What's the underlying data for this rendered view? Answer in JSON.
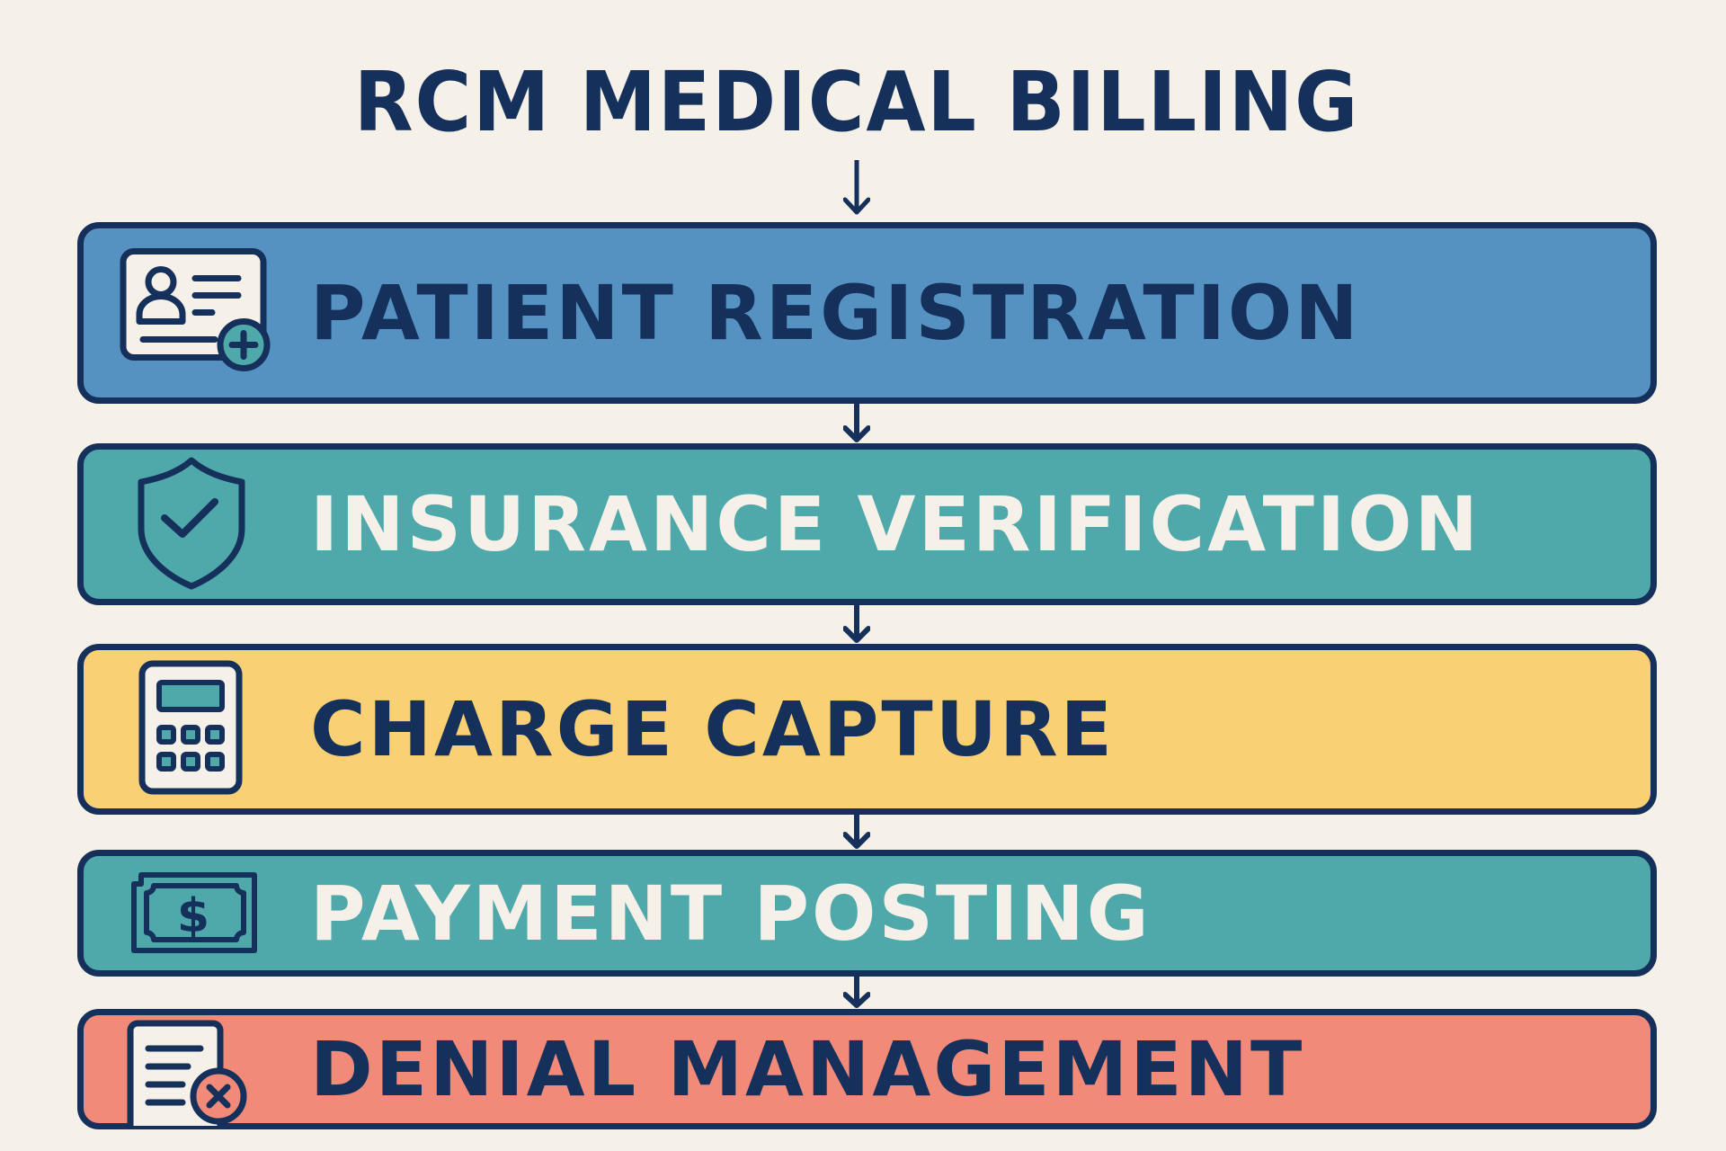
{
  "title": "RCM MEDICAL BILLING",
  "colors": {
    "background": "#F5F0E8",
    "outline": "#15305A",
    "blue": "#5592C2",
    "teal": "#4FA9AB",
    "yellow": "#F9D174",
    "coral": "#F28A7A"
  },
  "steps": [
    {
      "label": "PATIENT REGISTRATION",
      "icon": "id-card-plus-icon",
      "color": "#5592C2"
    },
    {
      "label": "INSURANCE VERIFICATION",
      "icon": "shield-check-icon",
      "color": "#4FA9AB"
    },
    {
      "label": "CHARGE CAPTURE",
      "icon": "calculator-icon",
      "color": "#F9D174"
    },
    {
      "label": "PAYMENT POSTING",
      "icon": "dollar-bill-icon",
      "color": "#4FA9AB"
    },
    {
      "label": "DENIAL MANAGEMENT",
      "icon": "document-x-icon",
      "color": "#F28A7A"
    }
  ]
}
